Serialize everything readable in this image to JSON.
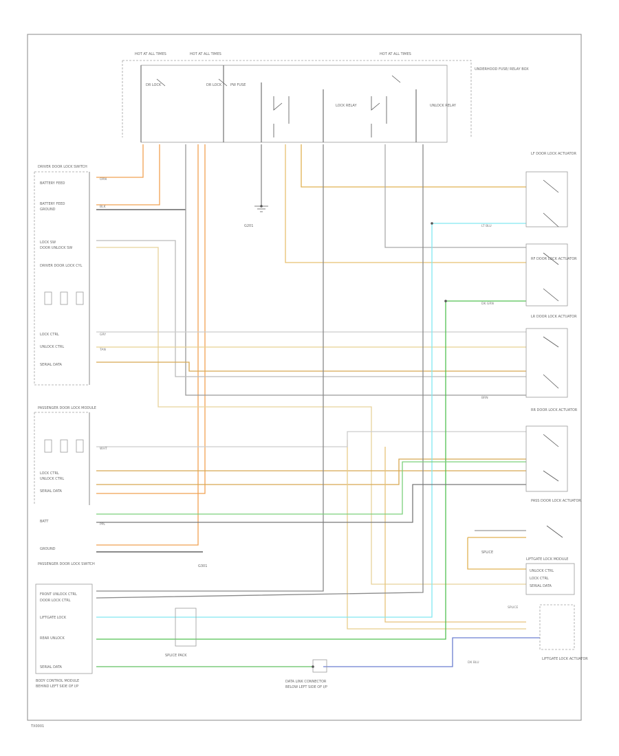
{
  "diagram": {
    "footer_code": "TX0001",
    "top_labels": {
      "fuse_a": "HOT AT ALL TIMES",
      "fuse_b": "HOT AT ALL TIMES",
      "fuse_c": "HOT AT ALL TIMES",
      "relay_box": "UNDERHOOD FUSE/ RELAY BOX",
      "fuse_1": "DR LOCK",
      "fuse_2": "DR LOCK",
      "fuse_3": "PW FUSE",
      "lock_relay": "LOCK RELAY",
      "unlock_relay": "UNLOCK RELAY"
    },
    "left_labels": {
      "master_switch": "DRIVER DOOR LOCK SWITCH",
      "battery_feed_1": "BATTERY FEED",
      "battery_feed_2": "BATTERY FEED",
      "ground": "GROUND",
      "lock_sw": "LOCK SW",
      "door_unlock": "DOOR UNLOCK SW",
      "lock_cyl": "DRIVER DOOR LOCK CYL",
      "lock_ctrl": "LOCK CTRL",
      "unlock_ctrl": "UNLOCK CTRL",
      "serial_data": "SERIAL DATA",
      "pass_module": "PASSENGER DOOR LOCK MODULE",
      "pass_lock_ctrl": "LOCK CTRL",
      "pass_unlock_ctrl": "UNLOCK CTRL",
      "pass_serial": "SERIAL DATA",
      "pass_batt": "BATT",
      "pass_ground": "GROUND",
      "pass_switch": "PASSENGER DOOR LOCK SWITCH",
      "front_unlock": "FRONT UNLOCK CTRL",
      "door_lock_ctrl": "DOOR LOCK CTRL",
      "liftgate_lock": "LIFTGATE LOCK",
      "rear_unlock": "REAR UNLOCK",
      "bcm_serial": "SERIAL DATA",
      "bcm": "BODY CONTROL MODULE",
      "bcm_location": "BEHIND LEFT SIDE OF I/P"
    },
    "right_labels": {
      "lf_actuator": "LF DOOR LOCK ACTUATOR",
      "rf_actuator": "RF DOOR LOCK ACTUATOR",
      "lr_actuator": "LR DOOR LOCK ACTUATOR",
      "rr_actuator": "RR DOOR LOCK ACTUATOR",
      "pass_actuator": "PASS DOOR LOCK ACTUATOR",
      "liftgate_module": "LIFTGATE LOCK MODULE",
      "lg_unlock": "UNLOCK CTRL",
      "lg_lock": "LOCK CTRL",
      "lg_serial": "SERIAL DATA",
      "lg_actuator": "LIFTGATE LOCK ACTUATOR",
      "conn_1": "SPLICE",
      "conn_2": "SPLICE"
    },
    "bottom_labels": {
      "splice_pack": "SPLICE PACK",
      "data_link": "DATA LINK CONNECTOR",
      "data_link_loc": "BELOW LEFT SIDE OF I/P",
      "ground_g1": "G201",
      "ground_g2": "G301"
    },
    "wire_codes": {
      "orn": "ORN",
      "blk": "BLK",
      "tan": "TAN",
      "gry": "GRY",
      "ltblu": "LT BLU",
      "dkgrn": "DK GRN",
      "ppl": "PPL",
      "wht": "WHT",
      "brn": "BRN",
      "dkblu": "DK BLU"
    }
  }
}
